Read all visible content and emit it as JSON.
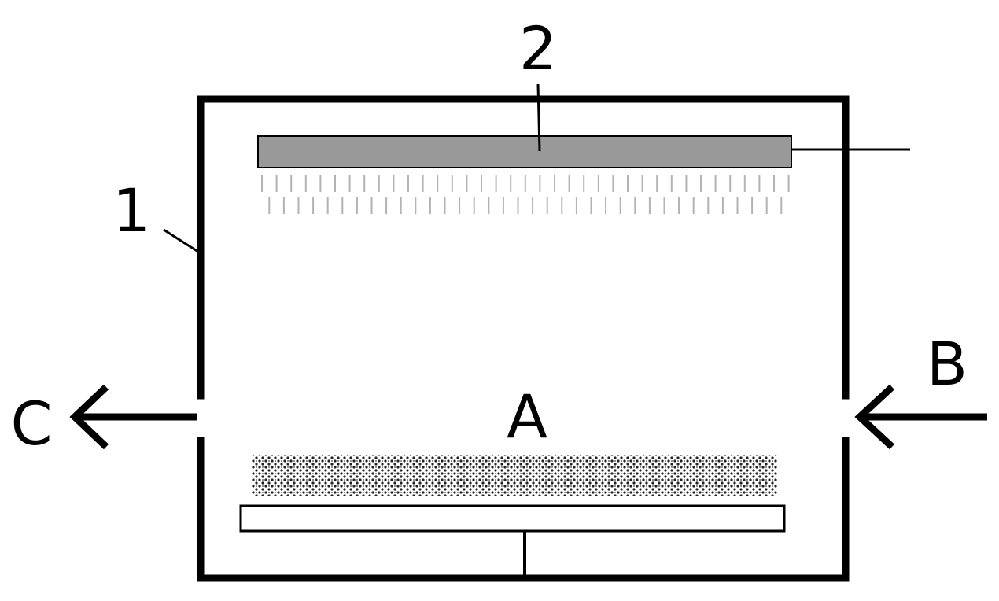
{
  "labels": {
    "chamber": "1",
    "electrode": "2",
    "substrate": "A",
    "inlet": "B",
    "outlet": "C"
  },
  "colors": {
    "stroke": "#000000",
    "electrode_fill": "#999999",
    "spray": "#b3b3b3",
    "film_dots": "#222222",
    "background": "#ffffff"
  }
}
